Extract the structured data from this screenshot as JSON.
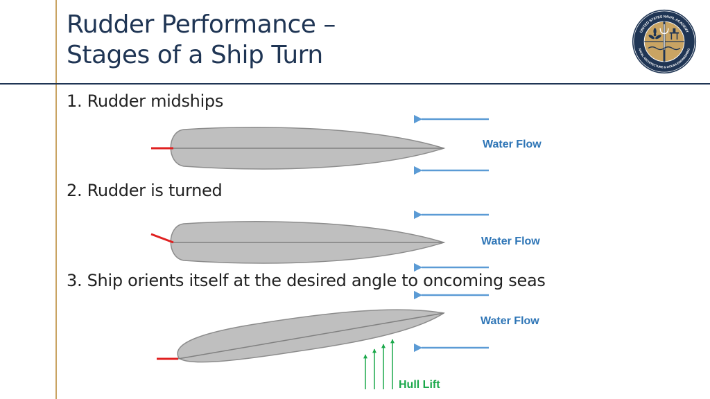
{
  "slide": {
    "title_line1": "Rudder Performance –",
    "title_line2": "Stages of a Ship Turn"
  },
  "steps": [
    {
      "label": "1. Rudder midships"
    },
    {
      "label": "2. Rudder is turned"
    },
    {
      "label": "3. Ship orients itself at the desired angle to oncoming seas"
    }
  ],
  "labels": {
    "water_flow_1": "Water Flow",
    "water_flow_2": "Water Flow",
    "water_flow_3": "Water Flow",
    "hull_lift": "Hull Lift"
  },
  "logo": {
    "ring_text_top": "UNITED STATES NAVAL ACADEMY",
    "ring_text_bottom": "NAVAL ARCHITECTURE & OCEAN ENGINEERING"
  },
  "colors": {
    "title": "#1f3554",
    "accent_gold": "#c9a463",
    "hull_fill": "#bfbfbf",
    "rudder": "#e02020",
    "flow_arrow": "#5b9bd5",
    "lift_arrow": "#1aa84a"
  }
}
